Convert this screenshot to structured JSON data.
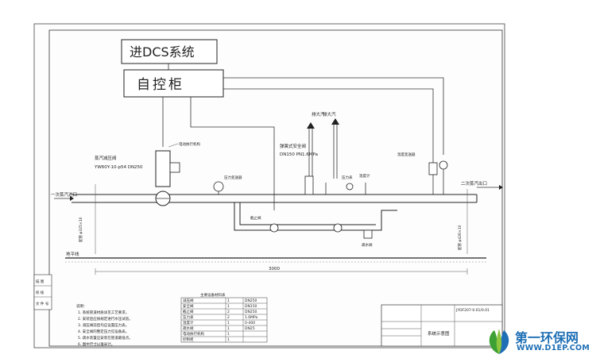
{
  "diagram": {
    "dcs_box": "进DCS系统",
    "cabinet_box": "自控柜",
    "inlet_label": "一次蒸汽进口",
    "outlet_label": "二次蒸汽出口",
    "ground_label": "地平线",
    "dimension_label": "3000",
    "valve_label_1": "蒸汽减压阀",
    "valve_label_2": "YW60Y-10-p54 DN250",
    "safety_label_1": "弹簧式安全阀",
    "safety_label_2": "DN150 PN1.6MPa",
    "vent_label_1": "排大汽",
    "vent_label_2": "排大汽",
    "pressure_label": "压力表",
    "thermo_label": "温度计",
    "small_note_1": "电动执行机构",
    "small_note_2": "疏水阀",
    "small_note_3": "截止阀",
    "small_note_4": "压力变送器",
    "small_note_5": "温度变送器",
    "side_label_left": "配管 φ325×10",
    "side_label_right": "配管 φ426×10",
    "title_block_name": "系统示意图",
    "title_block_code": "JYDF207-0.01/0.01",
    "stamp_rows": [
      "描 图",
      "校 核",
      "文 件 号"
    ]
  },
  "notes": {
    "heading": "说明：",
    "lines": [
      "1. 系统管道材质详见工艺要求。",
      "2. 安装后应按规定进行水压试验。",
      "3. 减压阀前后均应设置压力表。",
      "4. 安全阀的整定压力见设备表。",
      "5. 疏水装置应安装在管道最低点。",
      "6. 图中尺寸以毫米计。"
    ]
  },
  "equipment_table": {
    "title": "主要设备材料表",
    "rows": [
      [
        "减压阀",
        "1",
        "DN250"
      ],
      [
        "安全阀",
        "1",
        "DN150"
      ],
      [
        "截止阀",
        "2",
        "DN250"
      ],
      [
        "压力表",
        "2",
        "1.6MPa"
      ],
      [
        "温度计",
        "1",
        "0-400"
      ],
      [
        "疏水阀",
        "1",
        "DN25"
      ],
      [
        "电动执行机构",
        "1",
        ""
      ],
      [
        "控制柜",
        "1",
        ""
      ]
    ]
  },
  "watermark": {
    "site_name": "第一环保网",
    "site_url": "WWW.D1EP.COM",
    "brand_color": "#1e6fb5"
  }
}
